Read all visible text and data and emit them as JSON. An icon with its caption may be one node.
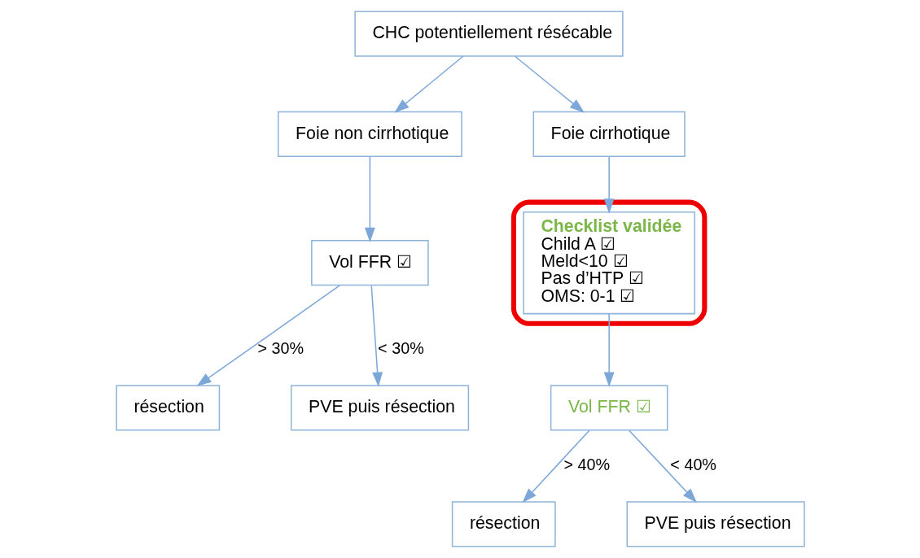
{
  "diagram": {
    "nodes": [
      {
        "text": [
          "CHC potentiellement résécable"
        ]
      },
      {
        "text": [
          "Foie non cirrhotique"
        ]
      },
      {
        "text": [
          "Foie cirrhotique"
        ]
      },
      {
        "text": [
          "Vol FFR ☑"
        ]
      },
      {
        "text": [],
        "shape": "box"
      },
      {
        "text": [
          "Checklist validée",
          "Child A ☑",
          "Meld<10 ☑",
          "Pas d’HTP ☑",
          "OMS: 0-1 ☑"
        ],
        "in": 4
      },
      {
        "text": [
          "Vol FFR ☑"
        ]
      },
      {
        "text": [
          "résection"
        ]
      },
      {
        "text": [
          "PVE puis résection"
        ]
      },
      {
        "text": [
          "résection"
        ]
      },
      {
        "text": [
          "PVE puis résection"
        ]
      }
    ],
    "edges": [
      {
        "from": 0,
        "to": 1,
        "arrow": "to"
      },
      {
        "from": 0,
        "to": 2,
        "arrow": "to"
      },
      {
        "from": 1,
        "to": 3,
        "arrow": "to"
      },
      {
        "from": 3,
        "to": 7,
        "arrow": "to",
        "label": "> 30%"
      },
      {
        "from": 3,
        "to": 8,
        "arrow": "to",
        "label": "< 30%"
      },
      {
        "from": 2,
        "to": 5,
        "arrow": "to"
      },
      {
        "from": 5,
        "to": 6,
        "arrow": "to"
      },
      {
        "from": 6,
        "to": 9,
        "arrow": "to",
        "label": "> 40%"
      },
      {
        "from": 6,
        "to": 10,
        "arrow": "to",
        "label": "< 40%"
      }
    ]
  }
}
